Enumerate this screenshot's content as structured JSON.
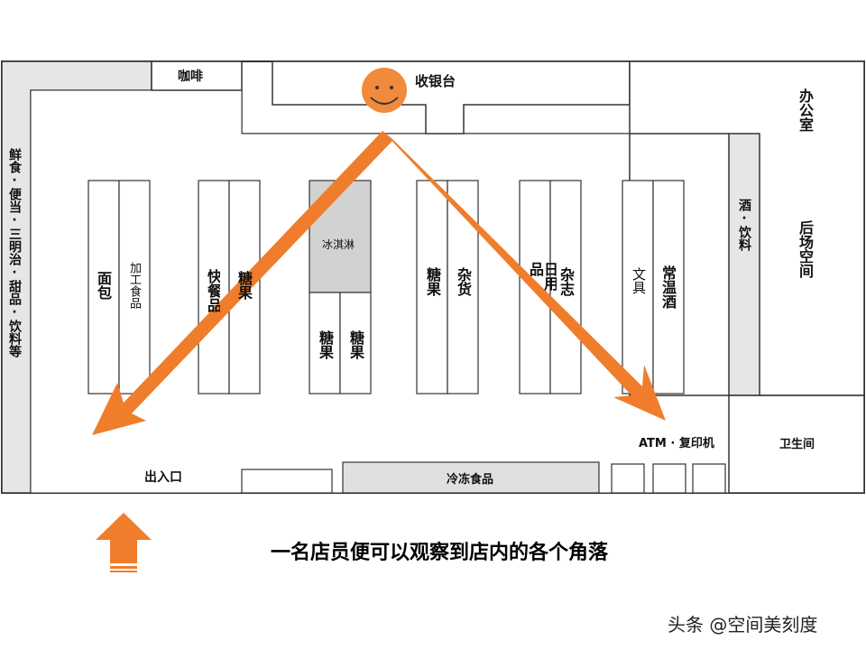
{
  "labels": {
    "coffee": "咖啡",
    "cashier": "收银台",
    "office": "办公室",
    "backroom": "后场空间",
    "liquor_drinks": "酒·饮料",
    "fresh_food_wall": "鲜食·便当·三明治·甜品·饮料等",
    "bread": "面包",
    "processed_food": "加工食品",
    "fast_food": "快餐品",
    "candy_1": "糖果",
    "ice_cream": "冰淇淋",
    "candy_2": "糖果",
    "candy_3": "糖果",
    "candy_4": "糖果",
    "groceries": "杂货",
    "daily_goods": "日用品",
    "magazines": "杂志",
    "stationery": "文具",
    "room_temp_liquor": "常温酒",
    "atm_copier": "ATM · 复印机",
    "restroom": "卫生间",
    "entrance": "出入口",
    "frozen_food": "冷冻食品"
  },
  "caption": "一名店员便可以观察到店内的各个角落",
  "watermark": "头条 @空间美刻度",
  "colors": {
    "arrow": "#f07d2c",
    "face": "#f08a3c",
    "wall_border": "#333333",
    "wall_fill": "#e6e6e6",
    "ice_cream_fill": "#d2d2d2",
    "frozen_fill": "#e0e0e0"
  },
  "icons": {
    "staff": "smiley-face-icon",
    "entrance": "up-arrow-icon",
    "sightline": "orange-arrow"
  }
}
